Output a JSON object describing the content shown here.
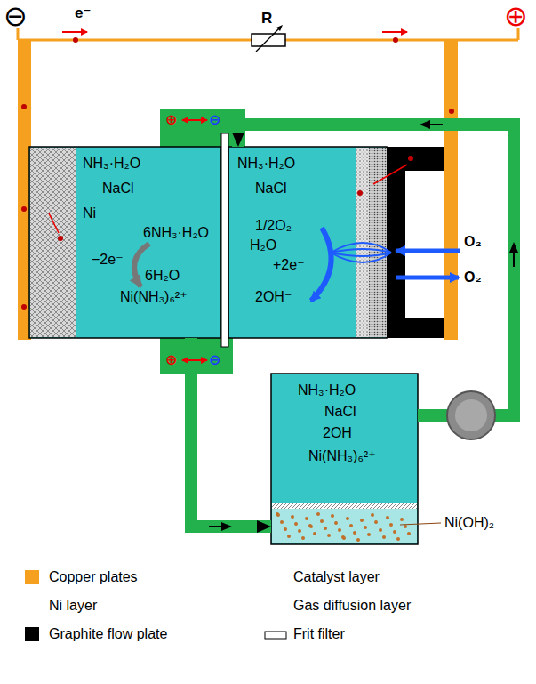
{
  "diagram": {
    "nodes": [
      {
        "text": [
          "NH₃·H₂O",
          "NaCl",
          "Ni",
          "6NH₃·H₂O",
          "−2e⁻",
          "6H₂O",
          "Ni(NH₃)₆²⁺"
        ]
      },
      {
        "text": [
          "NH₃·H₂O",
          "NaCl",
          "1/2O₂",
          "H₂O",
          "+2e⁻",
          "2OH⁻"
        ]
      },
      {
        "text": [
          "NH₃·H₂O",
          "NaCl",
          "2OH⁻",
          "Ni(NH₃)₆²⁺"
        ]
      }
    ],
    "edges": [
      {
        "from": 2,
        "to": 1,
        "arrow": "to"
      },
      {
        "from": 0,
        "to": 2,
        "arrow": "to"
      }
    ],
    "labels": [
      "e⁻",
      "R",
      "⊖",
      "⊕",
      "⊕",
      "⊖",
      "⊕",
      "⊖",
      "O₂",
      "O₂",
      "Ni(OH)₂"
    ],
    "legend": [
      {
        "text": "Copper plates",
        "color": "#f5a01e"
      },
      {
        "text": "Catalyst layer"
      },
      {
        "text": "Ni layer"
      },
      {
        "text": "Gas diffusion layer"
      },
      {
        "text": "Graphite flow plate",
        "color": "#000000"
      },
      {
        "text": "Frit filter"
      }
    ]
  }
}
